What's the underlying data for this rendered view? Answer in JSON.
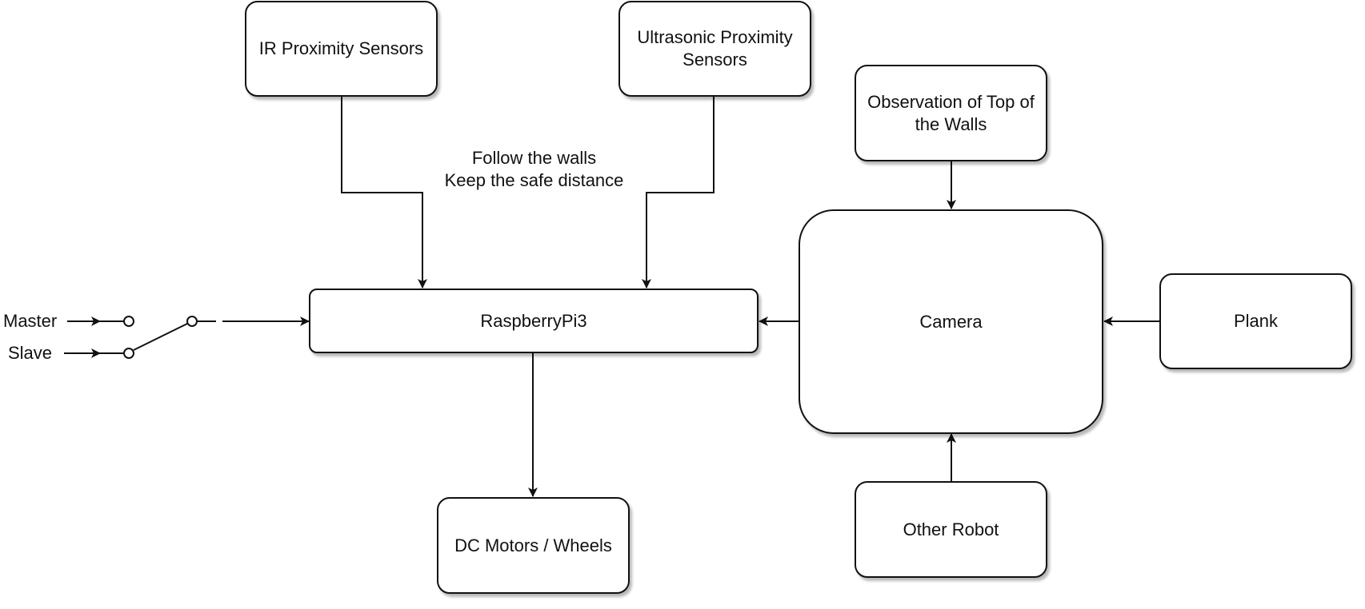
{
  "nodes": {
    "ir_sensors": "IR Proximity Sensors",
    "ultrasonic_sensors": "Ultrasonic Proximity Sensors",
    "observation": "Observation of Top of the Walls",
    "raspberry": "RaspberryPi3",
    "camera": "Camera",
    "plank": "Plank",
    "motors": "DC Motors / Wheels",
    "other_robot": "Other Robot"
  },
  "annotation": {
    "line1": "Follow the walls",
    "line2": "Keep the safe distance"
  },
  "switch": {
    "master": "Master",
    "slave": "Slave"
  }
}
